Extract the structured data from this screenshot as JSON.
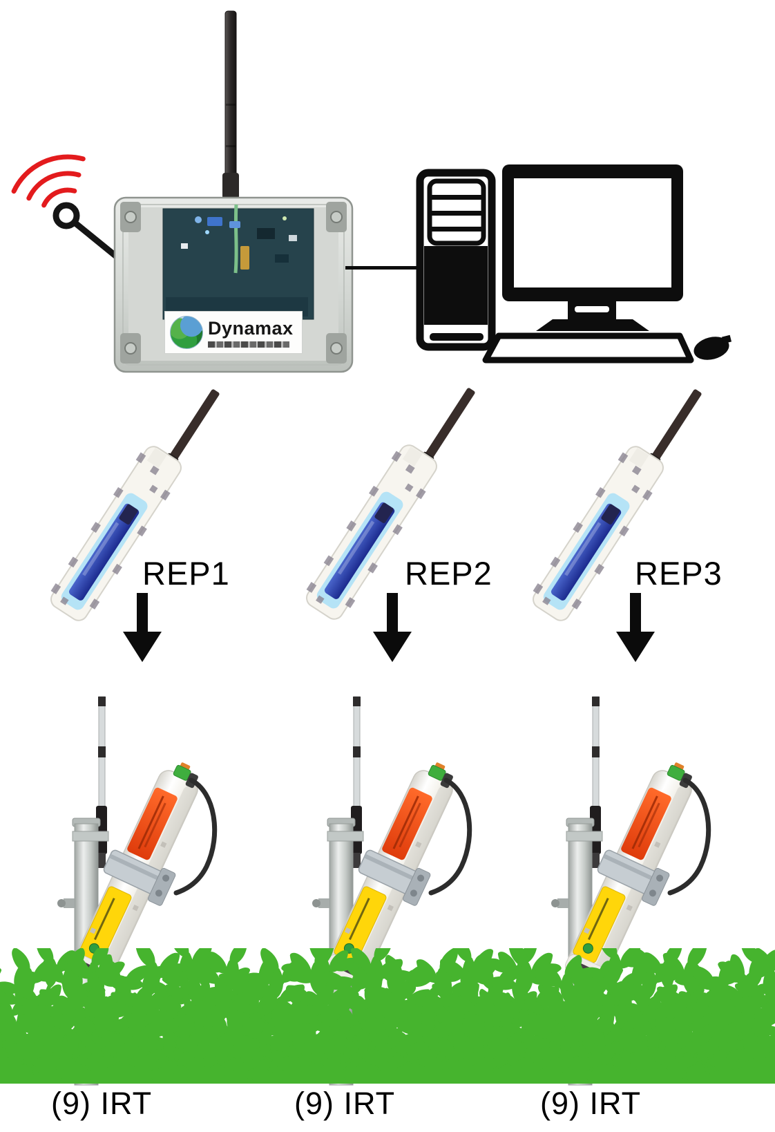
{
  "base_station": {
    "brand_label": "Dynamax"
  },
  "repeaters": [
    {
      "label": "REP1"
    },
    {
      "label": "REP2"
    },
    {
      "label": "REP3"
    }
  ],
  "sensor_groups": [
    {
      "label": "(9) IRT"
    },
    {
      "label": "(9) IRT"
    },
    {
      "label": "(9) IRT"
    }
  ],
  "icons": {
    "wireless_signal_icon": "red radio arcs with stick antenna",
    "desktop_computer_icon": "tower, monitor, keyboard, mouse",
    "down_arrow_icon": "solid black downward arrow",
    "dynamax_logo_icon": "green-blue globe"
  },
  "colors": {
    "signal_red": "#e31b1d",
    "leaf_green": "#46b42e",
    "sensor_label_orange": "#ee4a15",
    "sensor_label_yellow": "#ffd60a",
    "repeater_battery_blue": "#2b3fae",
    "circuit_board_teal": "#26434c"
  }
}
